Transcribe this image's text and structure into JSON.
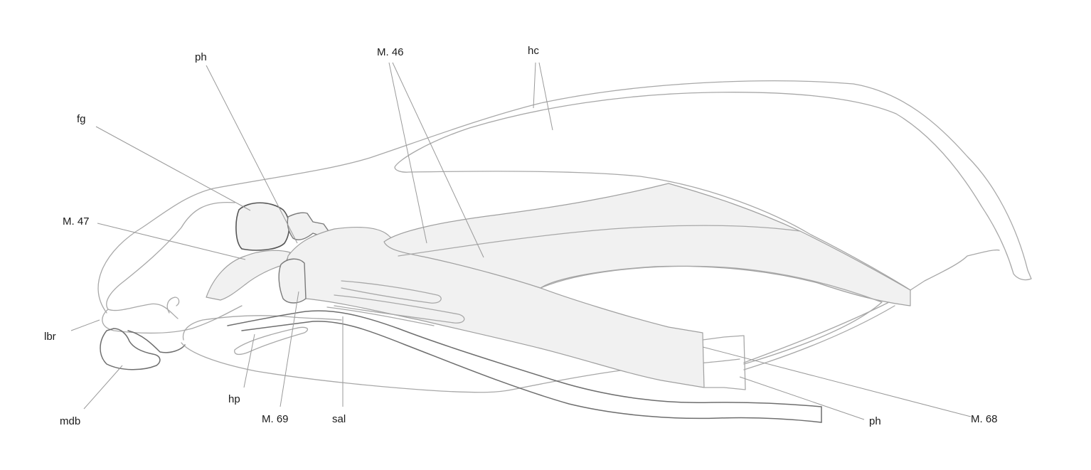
{
  "labels": {
    "ph_top": "ph",
    "m46": "M. 46",
    "hc": "hc",
    "fg": "fg",
    "m47": "M. 47",
    "lbr": "lbr",
    "mdb": "mdb",
    "hp": "hp",
    "m69": "M. 69",
    "sal": "sal",
    "ph_bottom": "ph",
    "m68": "M. 68"
  }
}
